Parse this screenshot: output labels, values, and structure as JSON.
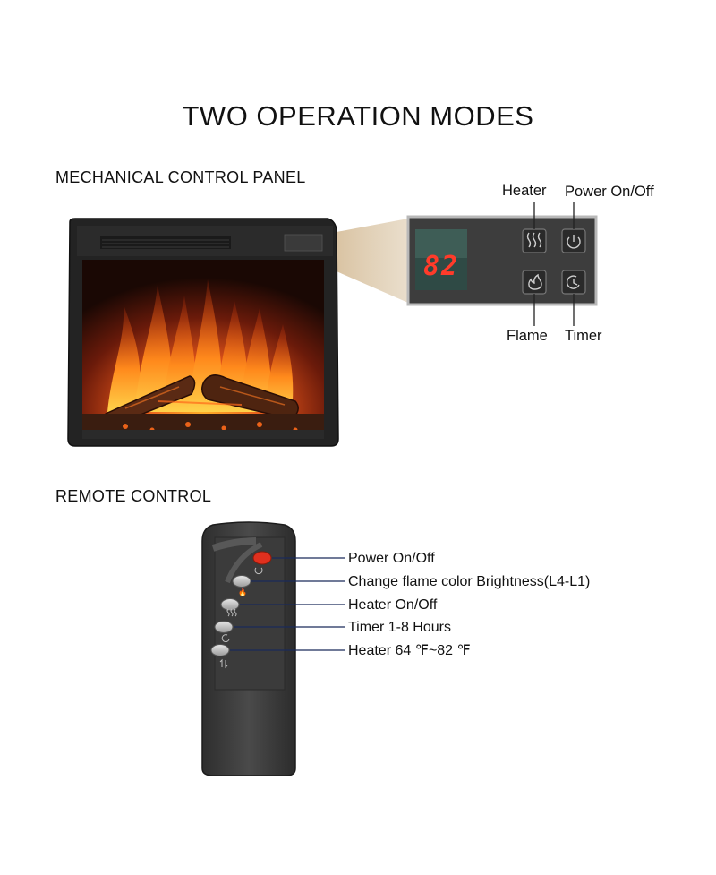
{
  "title": "TWO OPERATION MODES",
  "mechanical": {
    "section_label": "MECHANICAL CONTROL PANEL",
    "display_value": "82",
    "buttons": [
      {
        "label": "Heater",
        "icon": "heater-icon"
      },
      {
        "label": "Power On/Off",
        "icon": "power-icon"
      },
      {
        "label": "Flame",
        "icon": "flame-icon"
      },
      {
        "label": "Timer",
        "icon": "timer-icon"
      }
    ]
  },
  "remote": {
    "section_label": "REMOTE CONTROL",
    "functions": [
      {
        "label": "Power On/Off",
        "icon": "power-icon"
      },
      {
        "label": "Change flame color Brightness(L4-L1)",
        "icon": "flame-icon"
      },
      {
        "label": "Heater On/Off",
        "icon": "heater-icon"
      },
      {
        "label": "Timer 1-8 Hours",
        "icon": "timer-icon"
      },
      {
        "label": "Heater 64 ℉~82 ℉",
        "icon": "up-down-arrows-icon"
      }
    ]
  },
  "colors": {
    "led_digits": "#ff3b2a",
    "power_button": "#e0301e",
    "panel_background": "#3c3c3c",
    "callout_line": "#1a2a5a"
  }
}
